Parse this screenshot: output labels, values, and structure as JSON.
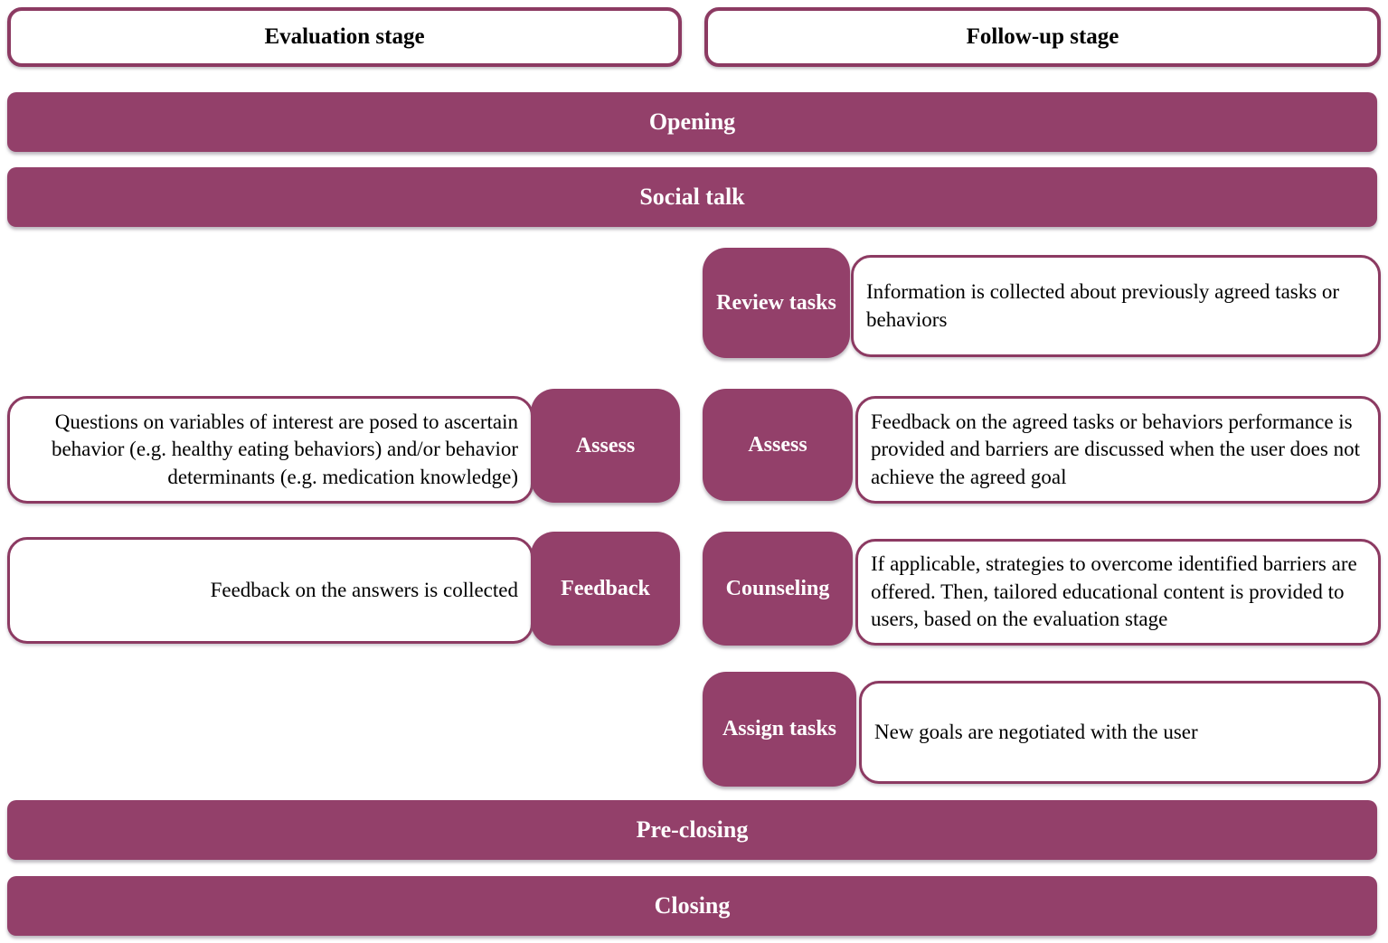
{
  "colors": {
    "fill": "#93406a",
    "border": "#8c3a62",
    "label_text": "#ffffff",
    "body_text": "#000000"
  },
  "headers": {
    "evaluation": "Evaluation stage",
    "followup": "Follow-up stage"
  },
  "bars": {
    "opening": "Opening",
    "social_talk": "Social talk",
    "pre_closing": "Pre-closing",
    "closing": "Closing"
  },
  "evaluation": {
    "assess": {
      "label": "Assess",
      "desc": "Questions on variables of interest are posed to ascertain behavior (e.g. healthy eating behaviors) and/or behavior determinants (e.g. medication knowledge)"
    },
    "feedback": {
      "label": "Feedback",
      "desc": "Feedback on the answers is collected"
    }
  },
  "followup": {
    "review_tasks": {
      "label": "Review tasks",
      "desc": "Information is collected about previously agreed tasks or behaviors"
    },
    "assess": {
      "label": "Assess",
      "desc": "Feedback on the agreed tasks or behaviors performance is provided and barriers are discussed when the user does not achieve the agreed goal"
    },
    "counseling": {
      "label": "Counseling",
      "desc": "If applicable, strategies to overcome identified barriers are offered. Then, tailored educational content is provided to users, based on the evaluation stage"
    },
    "assign_tasks": {
      "label": "Assign tasks",
      "desc": "New goals are negotiated with the user"
    }
  }
}
